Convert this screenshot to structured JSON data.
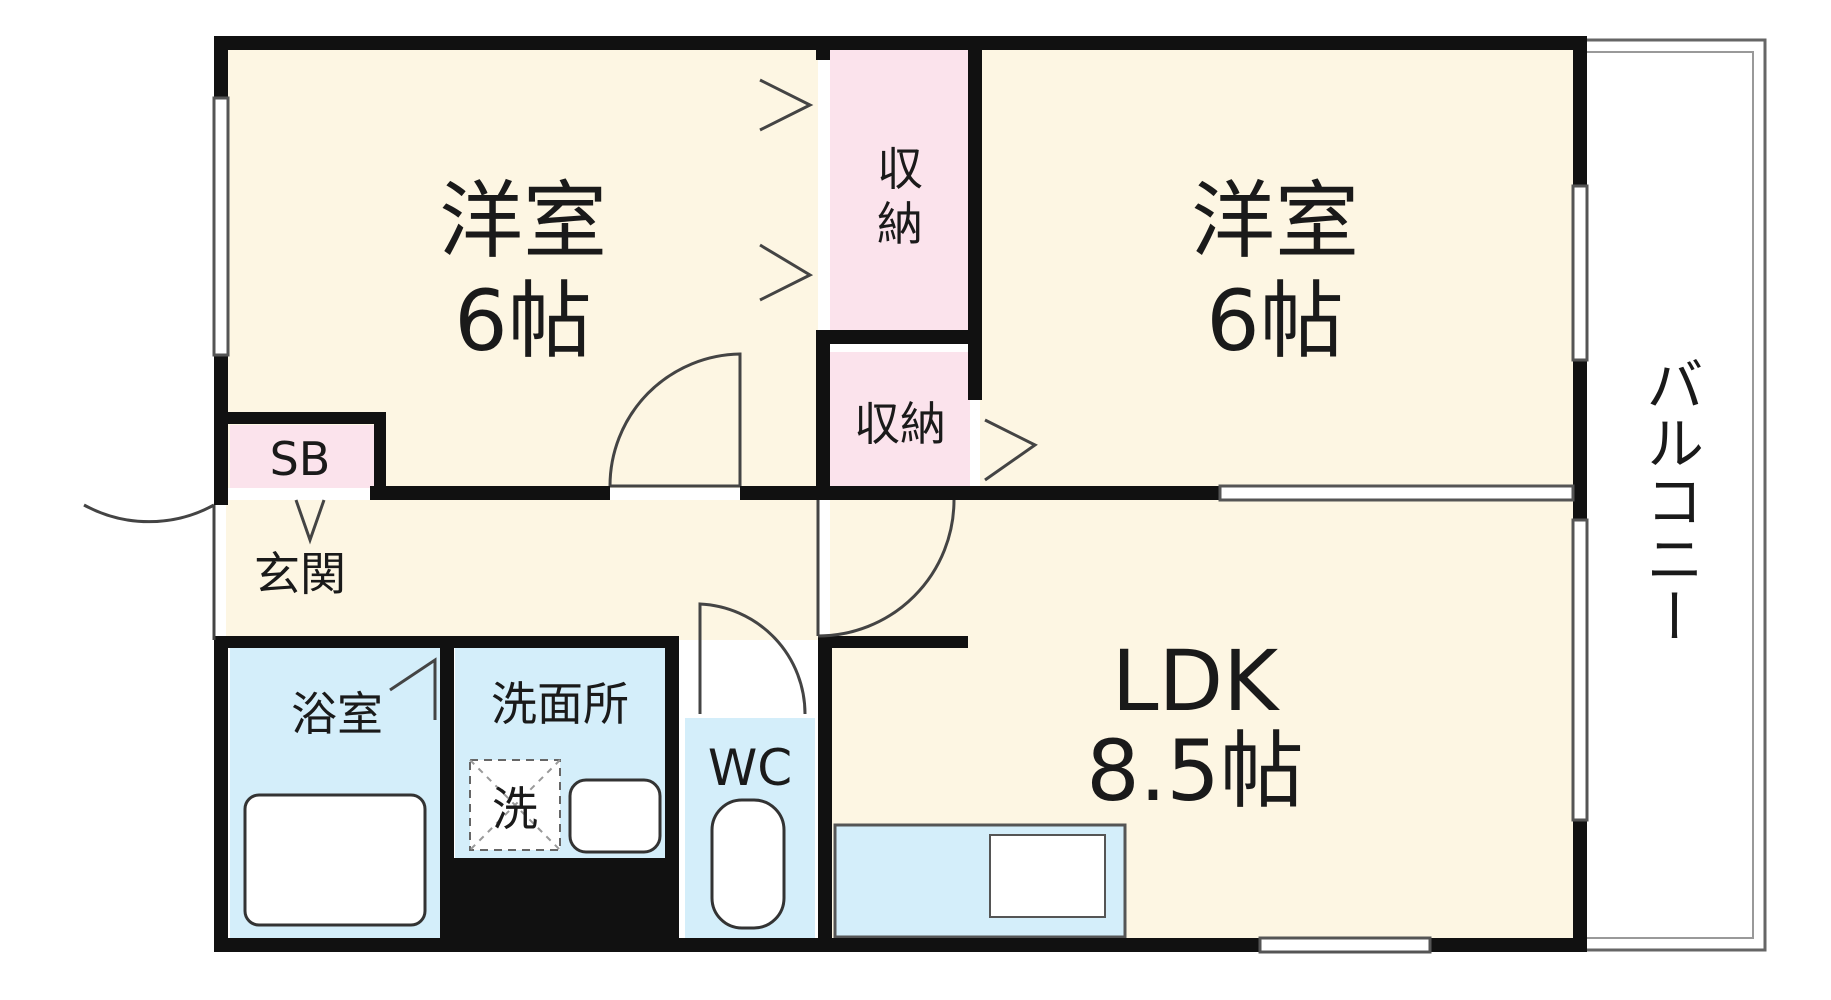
{
  "rooms": {
    "western_left": {
      "name": "洋室",
      "size": "6帖"
    },
    "western_right": {
      "name": "洋室",
      "size": "6帖"
    },
    "ldk": {
      "name": "LDK",
      "size": "8.5帖"
    },
    "closet_top": {
      "line1": "収",
      "line2": "納"
    },
    "closet_mid": {
      "label": "収納"
    },
    "shoe_box": {
      "label": "SB"
    },
    "entrance": {
      "label": "玄関"
    },
    "bath": {
      "label": "浴室"
    },
    "washroom": {
      "label": "洗面所"
    },
    "washer": {
      "label": "洗"
    },
    "toilet": {
      "label": "WC"
    },
    "balcony": {
      "label": "バルコニー"
    }
  },
  "colors": {
    "wall": "#111111",
    "floor": "#fdf6e3",
    "storage": "#fbe3ec",
    "wet": "#d4eefa",
    "balcony": "#ffffff"
  }
}
